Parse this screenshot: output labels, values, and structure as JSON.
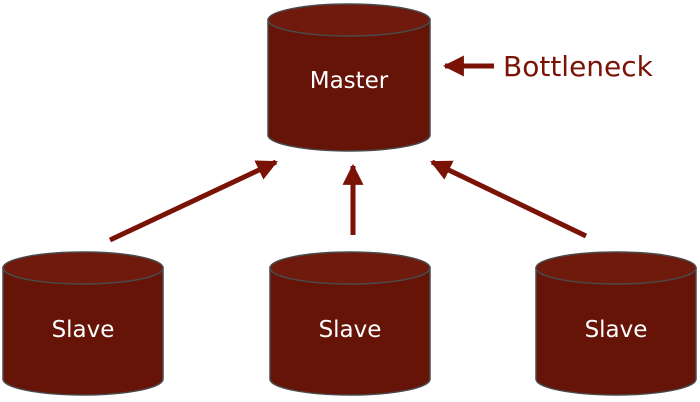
{
  "diagram": {
    "master": {
      "label": "Master"
    },
    "slaves": [
      {
        "label": "Slave"
      },
      {
        "label": "Slave"
      },
      {
        "label": "Slave"
      }
    ],
    "annotation": {
      "label": "Bottleneck"
    }
  },
  "colors": {
    "database_fill": "#651407",
    "database_top": "#6f1a0c",
    "database_stroke": "#4a4a4a",
    "arrow": "#7a1206",
    "label_text": "#ffffff",
    "annotation_text": "#7a1206"
  }
}
